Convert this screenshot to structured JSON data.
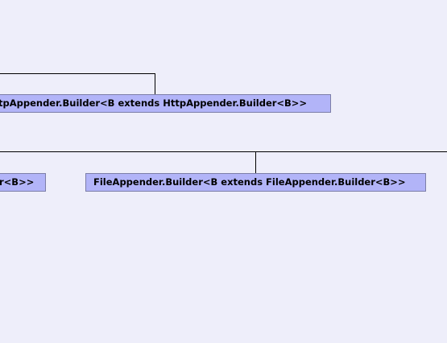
{
  "diagram": {
    "nodes": [
      {
        "id": "http-appender-builder",
        "label": "tpAppender.Builder<B extends HttpAppender.Builder<B>>"
      },
      {
        "id": "left-partial-builder",
        "label": "r<B>>"
      },
      {
        "id": "file-appender-builder",
        "label": "FileAppender.Builder<B extends FileAppender.Builder<B>>"
      }
    ]
  }
}
